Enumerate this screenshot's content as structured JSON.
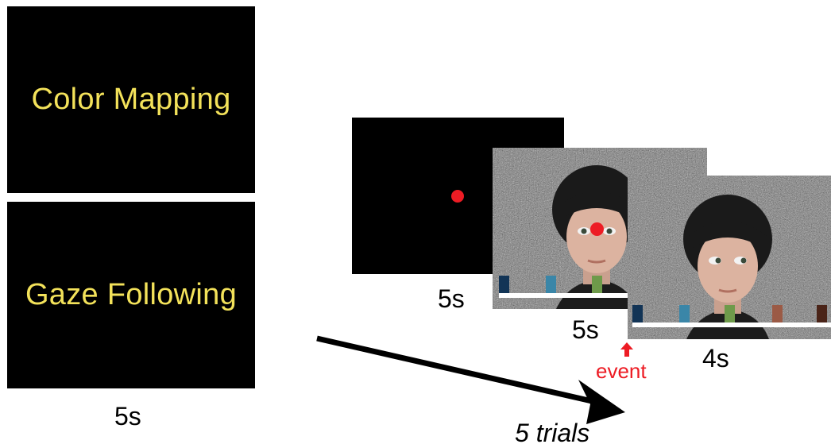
{
  "phase1": {
    "color_mapping_title": "Color Mapping",
    "gaze_following_title": "Gaze Following",
    "duration": "5s"
  },
  "trial": {
    "fixation_duration": "5s",
    "cue_duration": "5s",
    "outcome_duration": "4s",
    "event_label": "event",
    "repeat_label": "5 trials",
    "colors": {
      "title_text": "#f3e25a",
      "fixation_dot": "#ed1c24",
      "event": "#ed1c24",
      "bar_navy": "#123456",
      "bar_teal": "#3a86a8",
      "bar_green": "#6e9a4a",
      "bar_brown": "#9b5a45",
      "bar_darkbrown": "#4a2418"
    }
  }
}
